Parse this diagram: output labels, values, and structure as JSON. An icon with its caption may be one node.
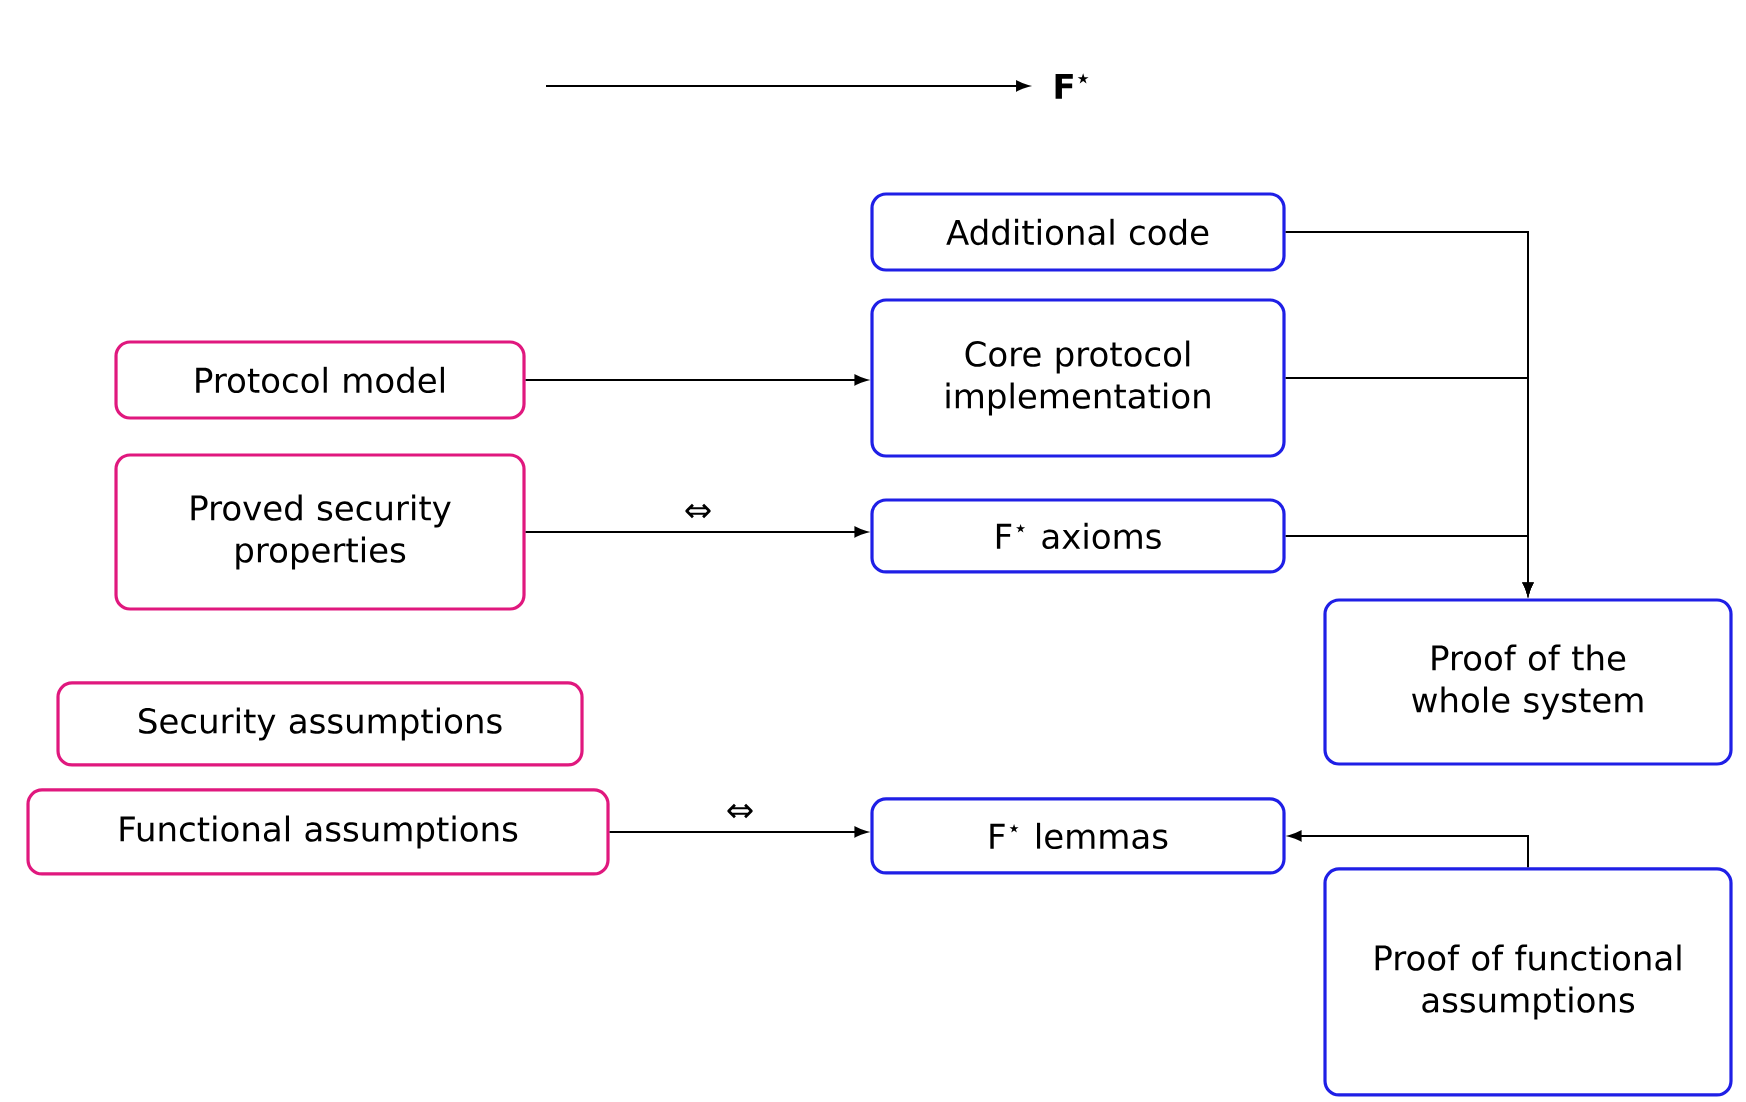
{
  "diagram": {
    "nodes": [
      {
        "text": [
          "F$^{⋆}$"
        ]
      },
      {
        "text": [
          "Additional code"
        ]
      },
      {
        "text": [
          "Protocol model"
        ]
      },
      {
        "text": [
          "Core protocol implementation"
        ]
      },
      {
        "text": [
          "Proved security properties"
        ]
      },
      {
        "text": [
          "F$^{⋆}$ axioms"
        ]
      },
      {
        "text": [
          "Proof of the whole system"
        ]
      },
      {
        "text": [
          "Security assumptions"
        ]
      },
      {
        "text": [
          "Functional assumptions"
        ]
      },
      {
        "text": [
          "F$^{⋆}$ lemmas"
        ]
      },
      {
        "text": [
          "Proof of functional assumptions"
        ]
      }
    ],
    "edges": [
      {
        "from": null,
        "to": 0,
        "arrow": "to"
      },
      {
        "from": 2,
        "to": 3,
        "arrow": "to"
      },
      {
        "from": 4,
        "to": 5,
        "arrow": "to",
        "label": "⇔"
      },
      {
        "from": 1,
        "to": 6,
        "arrow": "to"
      },
      {
        "from": 3,
        "to": 6,
        "arrow": "to"
      },
      {
        "from": 5,
        "to": 6,
        "arrow": "to"
      },
      {
        "from": 8,
        "to": 9,
        "arrow": "to",
        "label": "⇔"
      },
      {
        "from": 10,
        "to": 9,
        "arrow": "to"
      }
    ]
  }
}
